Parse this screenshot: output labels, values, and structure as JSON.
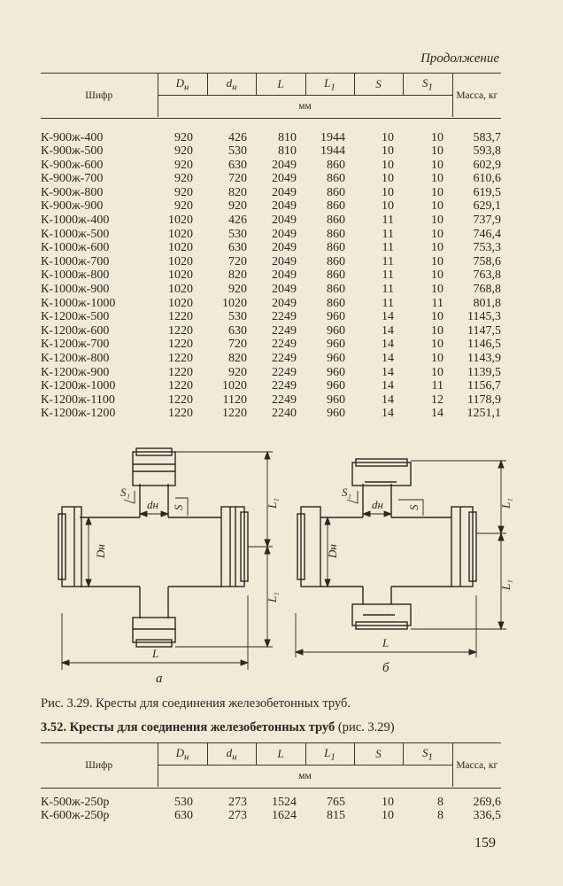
{
  "continuation": "Продолжение",
  "table1": {
    "headers": {
      "cipher": "Шифр",
      "cols": [
        "D_н",
        "d_н",
        "L",
        "L₁",
        "S",
        "S₁"
      ],
      "units": "мм",
      "mass": "Масса, кг"
    },
    "rows": [
      [
        "К-900ж-400",
        "920",
        "426",
        "810",
        "1944",
        "10",
        "10",
        "583,7"
      ],
      [
        "К-900ж-500",
        "920",
        "530",
        "810",
        "1944",
        "10",
        "10",
        "593,8"
      ],
      [
        "К-900ж-600",
        "920",
        "630",
        "2049",
        "860",
        "10",
        "10",
        "602,9"
      ],
      [
        "К-900ж-700",
        "920",
        "720",
        "2049",
        "860",
        "10",
        "10",
        "610,6"
      ],
      [
        "К-900ж-800",
        "920",
        "820",
        "2049",
        "860",
        "10",
        "10",
        "619,5"
      ],
      [
        "К-900ж-900",
        "920",
        "920",
        "2049",
        "860",
        "10",
        "10",
        "629,1"
      ],
      [
        "К-1000ж-400",
        "1020",
        "426",
        "2049",
        "860",
        "11",
        "10",
        "737,9"
      ],
      [
        "К-1000ж-500",
        "1020",
        "530",
        "2049",
        "860",
        "11",
        "10",
        "746,4"
      ],
      [
        "К-1000ж-600",
        "1020",
        "630",
        "2049",
        "860",
        "11",
        "10",
        "753,3"
      ],
      [
        "К-1000ж-700",
        "1020",
        "720",
        "2049",
        "860",
        "11",
        "10",
        "758,6"
      ],
      [
        "К-1000ж-800",
        "1020",
        "820",
        "2049",
        "860",
        "11",
        "10",
        "763,8"
      ],
      [
        "К-1000ж-900",
        "1020",
        "920",
        "2049",
        "860",
        "11",
        "10",
        "768,8"
      ],
      [
        "К-1000ж-1000",
        "1020",
        "1020",
        "2049",
        "860",
        "11",
        "11",
        "801,8"
      ],
      [
        "К-1200ж-500",
        "1220",
        "530",
        "2249",
        "960",
        "14",
        "10",
        "1145,3"
      ],
      [
        "К-1200ж-600",
        "1220",
        "630",
        "2249",
        "960",
        "14",
        "10",
        "1147,5"
      ],
      [
        "К-1200ж-700",
        "1220",
        "720",
        "2249",
        "960",
        "14",
        "10",
        "1146,5"
      ],
      [
        "К-1200ж-800",
        "1220",
        "820",
        "2249",
        "960",
        "14",
        "10",
        "1143,9"
      ],
      [
        "К-1200ж-900",
        "1220",
        "920",
        "2249",
        "960",
        "14",
        "10",
        "1139,5"
      ],
      [
        "К-1200ж-1000",
        "1220",
        "1020",
        "2249",
        "960",
        "14",
        "11",
        "1156,7"
      ],
      [
        "К-1200ж-1100",
        "1220",
        "1120",
        "2249",
        "960",
        "14",
        "12",
        "1178,9"
      ],
      [
        "К-1200ж-1200",
        "1220",
        "1220",
        "2240",
        "960",
        "14",
        "14",
        "1251,1"
      ]
    ]
  },
  "figure": {
    "labels": {
      "S1": "S₁",
      "dH": "dн",
      "S": "S",
      "DH": "Dн",
      "L": "L",
      "L1": "L₁",
      "a": "а",
      "b": "б"
    },
    "caption": "Рис. 3.29. Кресты для соединения железобетонных труб."
  },
  "section": {
    "number": "3.52.",
    "title": "Кресты для соединения железобетонных труб",
    "ref": "(рис. 3.29)"
  },
  "table2": {
    "rows": [
      [
        "К-500ж-250р",
        "530",
        "273",
        "1524",
        "765",
        "10",
        "8",
        "269,6"
      ],
      [
        "К-600ж-250р",
        "630",
        "273",
        "1624",
        "815",
        "10",
        "8",
        "336,5"
      ]
    ]
  },
  "page_number": "159"
}
